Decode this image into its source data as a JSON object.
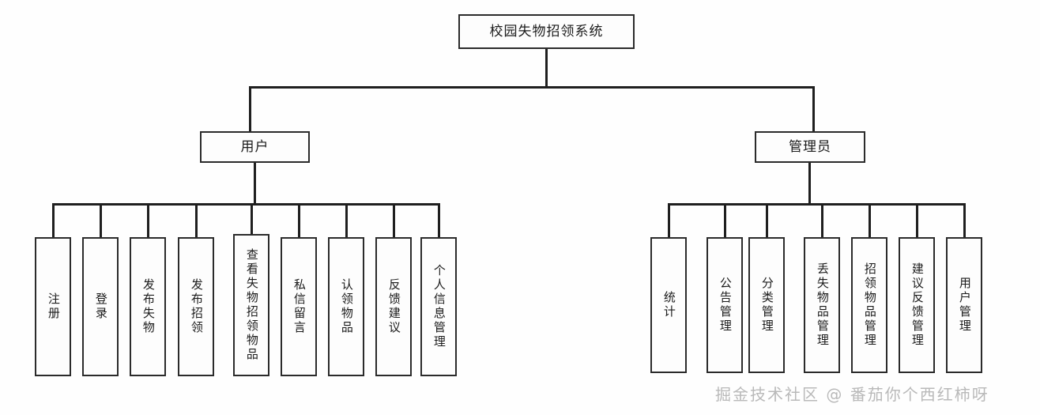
{
  "diagram": {
    "title": "校园失物招领系统",
    "root": {
      "label": "校园失物招领系统"
    },
    "branches": [
      {
        "label": "用户"
      },
      {
        "label": "管理员"
      }
    ],
    "user_leaves": [
      {
        "label": "注册"
      },
      {
        "label": "登录"
      },
      {
        "label": "发布失物"
      },
      {
        "label": "发布招领"
      },
      {
        "label": "查看失物招领物品"
      },
      {
        "label": "私信留言"
      },
      {
        "label": "认领物品"
      },
      {
        "label": "反馈建议"
      },
      {
        "label": "个人信息管理"
      }
    ],
    "admin_leaves": [
      {
        "label": "统计"
      },
      {
        "label": "公告管理"
      },
      {
        "label": "分类管理"
      },
      {
        "label": "丢失物品管理"
      },
      {
        "label": "招领物品管理"
      },
      {
        "label": "建议反馈管理"
      },
      {
        "label": "用户管理"
      }
    ],
    "colors": {
      "border": "#2b2b2b",
      "line": "#1f1f1f",
      "box_fill": "#fdfdfd",
      "text": "#1b1b1b",
      "watermark": "#b9b9b9",
      "background": "#fefefe"
    }
  },
  "watermark": {
    "text": "掘金技术社区 @ 番茄你个西红柿呀"
  }
}
